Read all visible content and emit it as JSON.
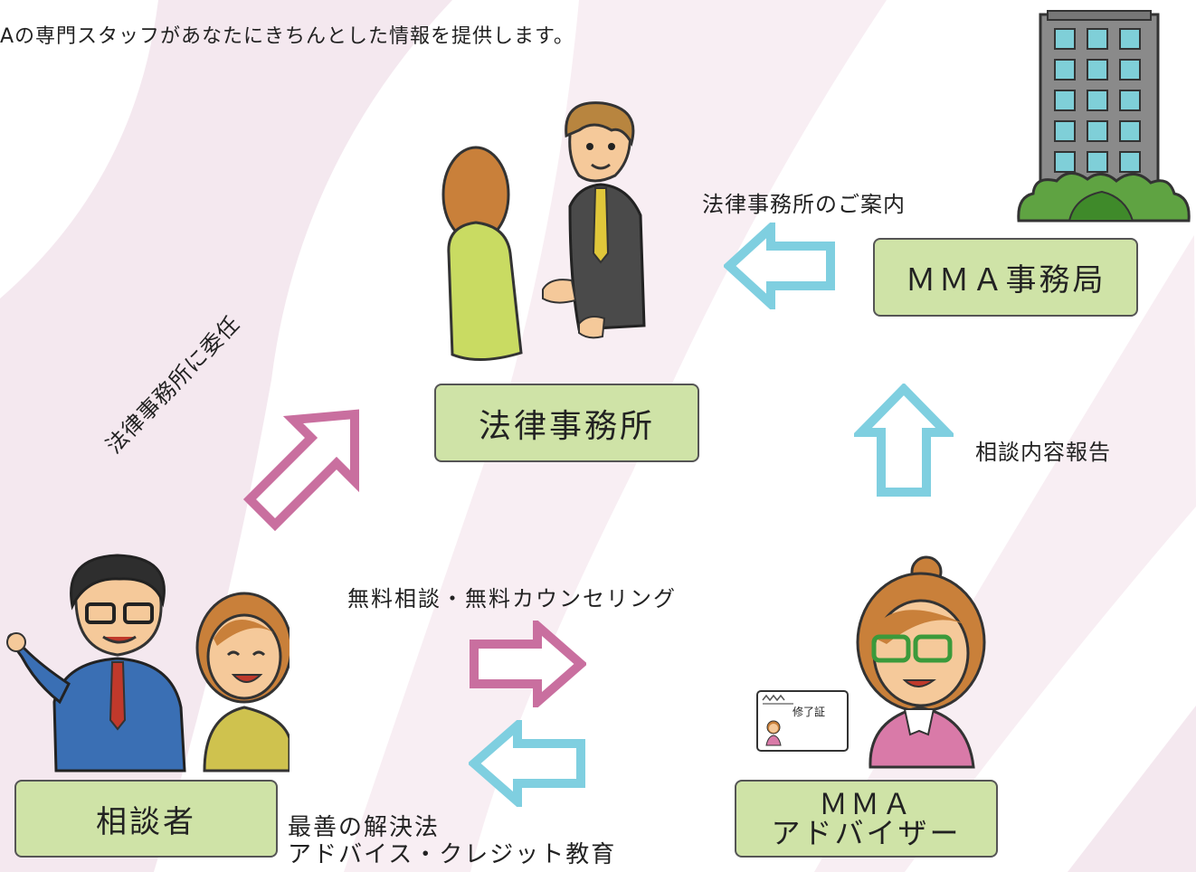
{
  "intro_text": "Aの専門スタッフがあなたにきちんとした情報を提供します。",
  "nodes": {
    "law_firm": "法律事務所",
    "mma_office": "ＭＭＡ事務局",
    "consultant": "相談者",
    "advisor_line1": "ＭＭＡ",
    "advisor_line2": "アドバイザー"
  },
  "labels": {
    "law_firm_guide": "法律事務所のご案内",
    "consultation_report": "相談内容報告",
    "delegate": "法律事務所に委任",
    "free_consultation": "無料相談・無料カウンセリング",
    "advice_line1": "最善の解決法",
    "advice_line2": "アドバイス・クレジット教育"
  },
  "card": {
    "logo": "MMA",
    "title": "修了証"
  },
  "colors": {
    "node_fill": "#cfe3a7",
    "pink_arrow": "#c96f9f",
    "blue_arrow": "#7fcfe0",
    "background_stripe": "#f3e6ee"
  }
}
